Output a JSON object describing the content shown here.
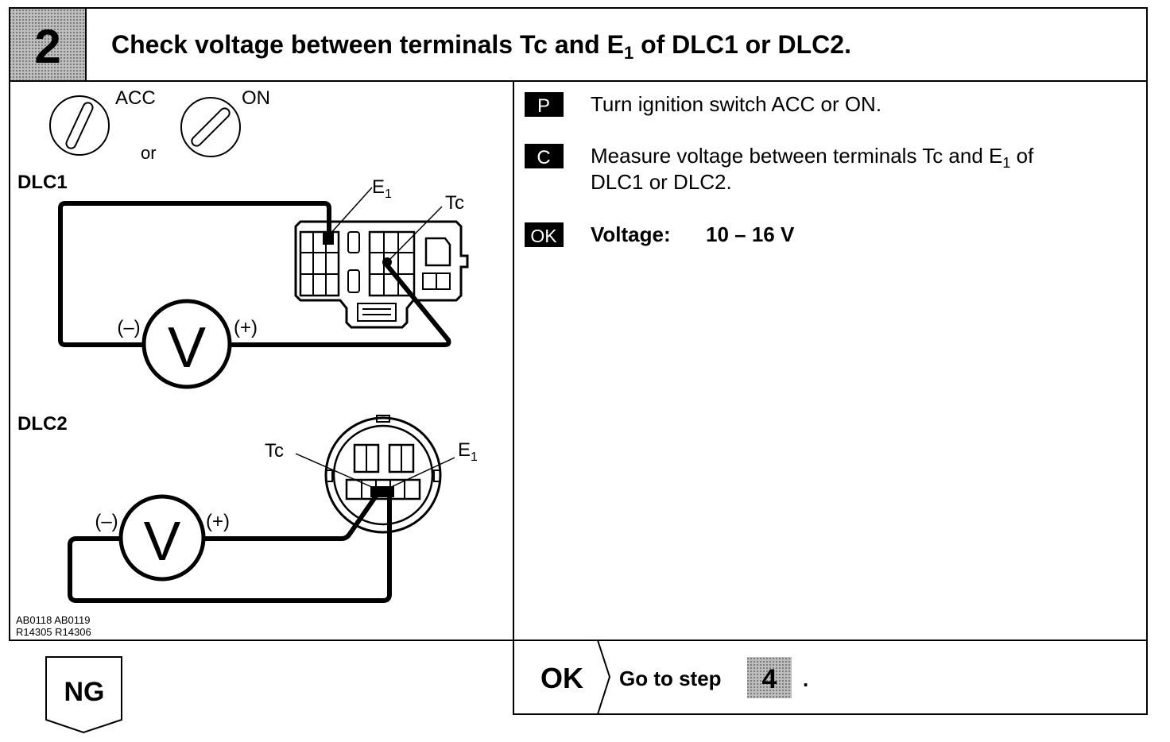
{
  "step": {
    "number": "2",
    "title_prefix": "Check voltage between terminals Tc and E",
    "title_sub": "1",
    "title_suffix": " of DLC1 or DLC2."
  },
  "diagram": {
    "switch_acc_label": "ACC",
    "switch_on_label": "ON",
    "switch_or_label": "or",
    "dlc1_label": "DLC1",
    "dlc2_label": "DLC2",
    "terminal_e_label": "E",
    "terminal_e_sub": "1",
    "terminal_tc_label": "Tc",
    "meter_symbol": "V",
    "minus_label": "(–)",
    "plus_label": "(+)",
    "figure_codes_1": "AB0118 AB0119",
    "figure_codes_2": "R14305 R14306"
  },
  "instructions": {
    "p_badge": "P",
    "p_text": "Turn ignition switch ACC or ON.",
    "c_badge": "C",
    "c_text_prefix": "Measure voltage between terminals Tc and E",
    "c_text_sub": "1",
    "c_text_suffix": " of",
    "c_text_line2": "DLC1 or DLC2.",
    "ok_badge": "OK",
    "voltage_label": "Voltage:",
    "voltage_value": "10 – 16 V"
  },
  "results": {
    "ng_label": "NG",
    "ok_label": "OK",
    "goto_text": "Go to step",
    "goto_step": "4",
    "goto_period": "."
  },
  "colors": {
    "shade_gray": "#a8a8a8",
    "ink": "#000000",
    "paper": "#ffffff"
  }
}
